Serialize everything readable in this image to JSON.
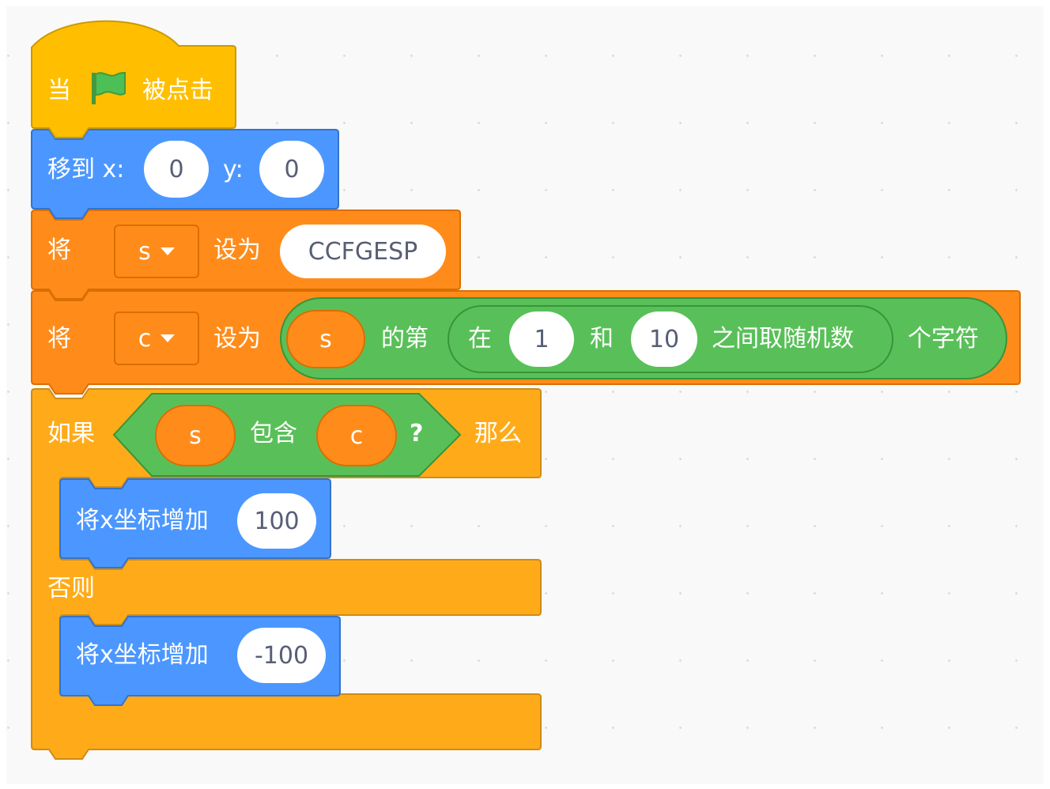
{
  "when_flag": {
    "prefix": "当",
    "suffix": "被点击"
  },
  "goto": {
    "label": "移到 x:",
    "x_value": "0",
    "y_label": "y:",
    "y_value": "0"
  },
  "set_s": {
    "prefix": "将",
    "variable": "s",
    "action": "设为",
    "value": "CCFGESP"
  },
  "set_c": {
    "prefix": "将",
    "variable": "c",
    "action": "设为",
    "letter_of": {
      "string_var": "s",
      "label_of": "的第",
      "random": {
        "label_in": "在",
        "from": "1",
        "label_and": "和",
        "to": "10",
        "label_pick": "之间取随机数"
      },
      "label_char": "个字符"
    }
  },
  "if_else": {
    "label_if": "如果",
    "condition": {
      "left": "s",
      "label_contains": "包含",
      "right": "c",
      "question": "?"
    },
    "label_then": "那么",
    "then_block": {
      "label": "将x坐标增加",
      "value": "100"
    },
    "label_else": "否则",
    "else_block": {
      "label": "将x坐标增加",
      "value": "-100"
    }
  },
  "colors": {
    "events": "#ffbf00",
    "motion": "#4c97ff",
    "variables": "#ff8c1a",
    "operators": "#59c059",
    "control": "#ffab19",
    "flag": "#4cbf56"
  }
}
